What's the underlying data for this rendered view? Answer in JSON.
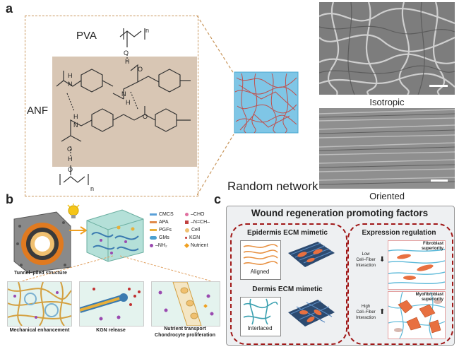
{
  "panel_a": {
    "letter": "a",
    "pva_label": "PVA",
    "anf_label": "ANF",
    "n_label_top": "n",
    "n_label_bottom": "n",
    "atoms": {
      "o": "O",
      "h": "H",
      "n": "N"
    },
    "network_label": "Random network",
    "isotropic_label": "Isotropic",
    "oriented_label": "Oriented",
    "colors": {
      "anf_box": "#d8c6b4",
      "dash": "#c8955a",
      "network_fill": "#7fc6e6",
      "network_lines": "#c0504d"
    }
  },
  "panel_b": {
    "letter": "b",
    "structure_label": "Tunnel–piled structure",
    "legend": [
      {
        "label": "CMCS",
        "color": "#5aa0d8"
      },
      {
        "label": "APA",
        "color": "#e08a4a"
      },
      {
        "label": "PGFs",
        "color": "#e8b03a"
      },
      {
        "label": "GMs",
        "color": "#4aa0d0"
      },
      {
        "label": "–NH₂",
        "color": "#9a4ab0"
      },
      {
        "label": "–CHO",
        "color": "#e070a0"
      },
      {
        "label": "–N=CH–",
        "color": "#c04040"
      },
      {
        "label": "Cell",
        "color": "#f0c070"
      },
      {
        "label": "KGN",
        "color": "#c03030"
      },
      {
        "label": "Nutrient",
        "color": "#f0a020"
      }
    ],
    "captions": [
      "Mechanical enhancement",
      "KGN release",
      "Nutrient transport",
      "Chondrocyte proliferation"
    ]
  },
  "panel_c": {
    "letter": "c",
    "title": "Wound regeneration promoting factors",
    "epidermis_title": "Epidermis ECM mimetic",
    "aligned_label": "Aligned",
    "dermis_title": "Dermis ECM mimetic",
    "interlaced_label": "Interlaced",
    "expression_title": "Expression regulation",
    "low_label": [
      "Low",
      "Cell–Fiber",
      "Interaction"
    ],
    "high_label": [
      "High",
      "Cell–Fiber",
      "Interaction"
    ],
    "fibroblast_label": [
      "Fibroblast",
      "superiority"
    ],
    "myofibroblast_label": [
      "Myofibroblast",
      "superiority"
    ]
  }
}
